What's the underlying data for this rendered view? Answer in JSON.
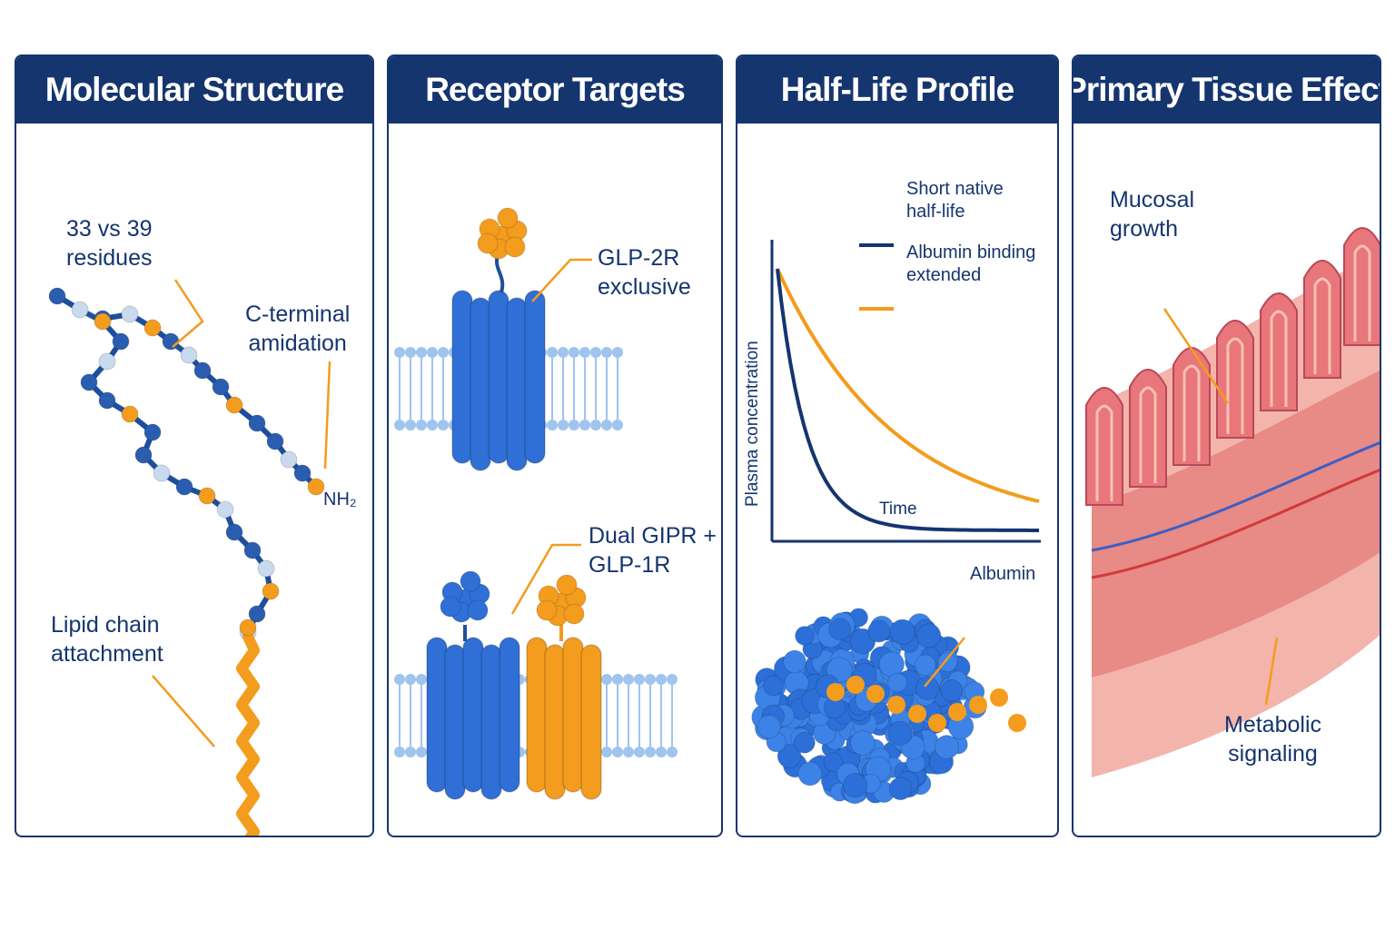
{
  "colors": {
    "navy": "#15356f",
    "orange": "#f39c1d",
    "blue": "#2f6fd6",
    "light_blue": "#9fc4ee"
  },
  "panels": [
    {
      "title": "Molecular Structure",
      "labels": {
        "residues": "33 vs 39\nresidues",
        "amidation": "C-terminal\namidation",
        "nh2": "NH₂",
        "lipid": "Lipid chain\nattachment"
      }
    },
    {
      "title": "Receptor Targets",
      "labels": {
        "glp2r": "GLP-2R\nexclusive",
        "dual": "Dual GIPR +\nGLP-1R"
      }
    },
    {
      "title": "Half-Life Profile",
      "legend": {
        "short": "Short native\nhalf-life",
        "albumin": "Albumin binding\nextended"
      },
      "axes": {
        "y": "Plasma concentration",
        "x": "Time"
      },
      "albumin_label": "Albumin"
    },
    {
      "title": "Primary Tissue Effect",
      "labels": {
        "mucosal": "Mucosal\ngrowth",
        "metabolic": "Metabolic\nsignaling"
      }
    }
  ]
}
